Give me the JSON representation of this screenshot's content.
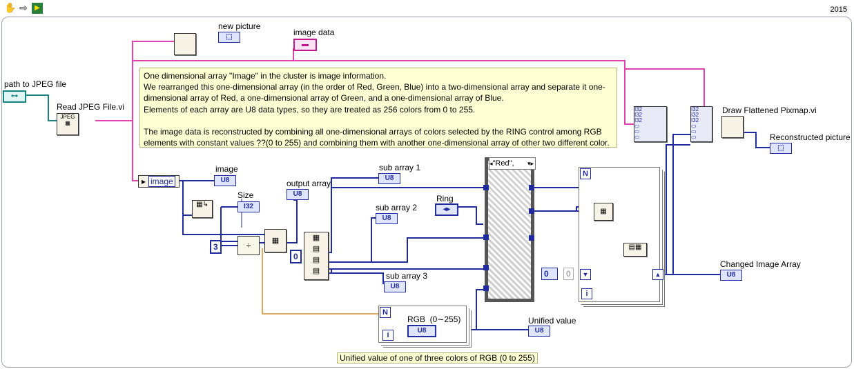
{
  "version": "2015",
  "toolbar": {
    "items": [
      "hand-tool-icon",
      "run-arrow-icon",
      "labview-icon"
    ]
  },
  "labels": {
    "path_to_jpeg": "path to JPEG file",
    "read_jpeg": "Read JPEG File.vi",
    "new_picture": "new picture",
    "image_data": "image data",
    "image_unbundle": "image",
    "image_indicator": "image",
    "size": "Size",
    "output_array": "output array",
    "sub_array_1": "sub array 1",
    "sub_array_2": "sub array 2",
    "sub_array_3": "sub array 3",
    "ring": "Ring",
    "case_selector": "\"Red\",",
    "rgb_range": "RGB  (0∼255)",
    "unified_value": "Unified value",
    "draw_flattened": "Draw Flattened Pixmap.vi",
    "reconstructed": "Reconstructed picture",
    "changed_image": "Changed Image Array"
  },
  "terminals": {
    "u8": "U8",
    "i32": "I32",
    "const_3": "3",
    "const_0": "0",
    "const_0b": "0",
    "const_0c": "0",
    "loop_n": "N",
    "loop_i": "i"
  },
  "comment_main": "One dimensional array \"Image\" in the cluster is image information.\nWe rearranged this one-dimensional array  (in the order of Red, Green, Blue) into a two-dimensional array and separate it one-dimensional array of Red, a one-dimensional array of Green, and a one-dimensional array of Blue.\nElements of each array are U8 data types, so they are treated as 256 colors from 0 to 255.\n\nThe image data is reconstructed by combining all one-dimensional arrays of colors selected by the RING control among RGB elements with constant values ??(0 to 255) and combining them with another one-dimensional array of other two different color.",
  "comment_bottom": "Unified value of one of three colors of RGB (0 to 255)",
  "colors": {
    "wire_blue": "#1f2b9e",
    "wire_pink": "#e040b0",
    "wire_orange": "#d58a28",
    "comment_bg": "#ffffd4"
  }
}
